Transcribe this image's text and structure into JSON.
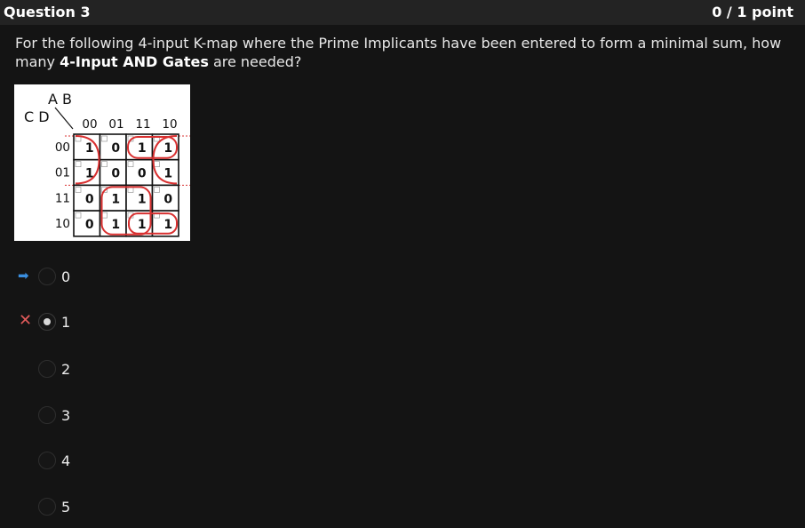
{
  "header": {
    "title": "Question 3",
    "points": "0 / 1 point"
  },
  "question": {
    "text_pre": "For the following 4-input K-map where the Prime Implicants have been entered to form a minimal sum, how many ",
    "text_bold": "4-Input AND Gates",
    "text_post": " are needed?"
  },
  "kmap": {
    "row_var_label": "C D",
    "col_var_label": "A B",
    "col_headers": [
      "00",
      "01",
      "11",
      "10"
    ],
    "row_headers": [
      "00",
      "01",
      "11",
      "10"
    ],
    "cells": [
      [
        "1",
        "0",
        "1",
        "1"
      ],
      [
        "1",
        "0",
        "0",
        "1"
      ],
      [
        "0",
        "1",
        "1",
        "0"
      ],
      [
        "0",
        "1",
        "1",
        "1"
      ]
    ],
    "circle_color": "#d83030"
  },
  "options": [
    {
      "label": "0",
      "selected": false,
      "marker": "correct-arrow"
    },
    {
      "label": "1",
      "selected": true,
      "marker": "incorrect-x"
    },
    {
      "label": "2",
      "selected": false,
      "marker": ""
    },
    {
      "label": "3",
      "selected": false,
      "marker": ""
    },
    {
      "label": "4",
      "selected": false,
      "marker": ""
    },
    {
      "label": "5",
      "selected": false,
      "marker": ""
    }
  ],
  "markers": {
    "correct_arrow_glyph": "➡",
    "incorrect_glyph": "✕"
  }
}
